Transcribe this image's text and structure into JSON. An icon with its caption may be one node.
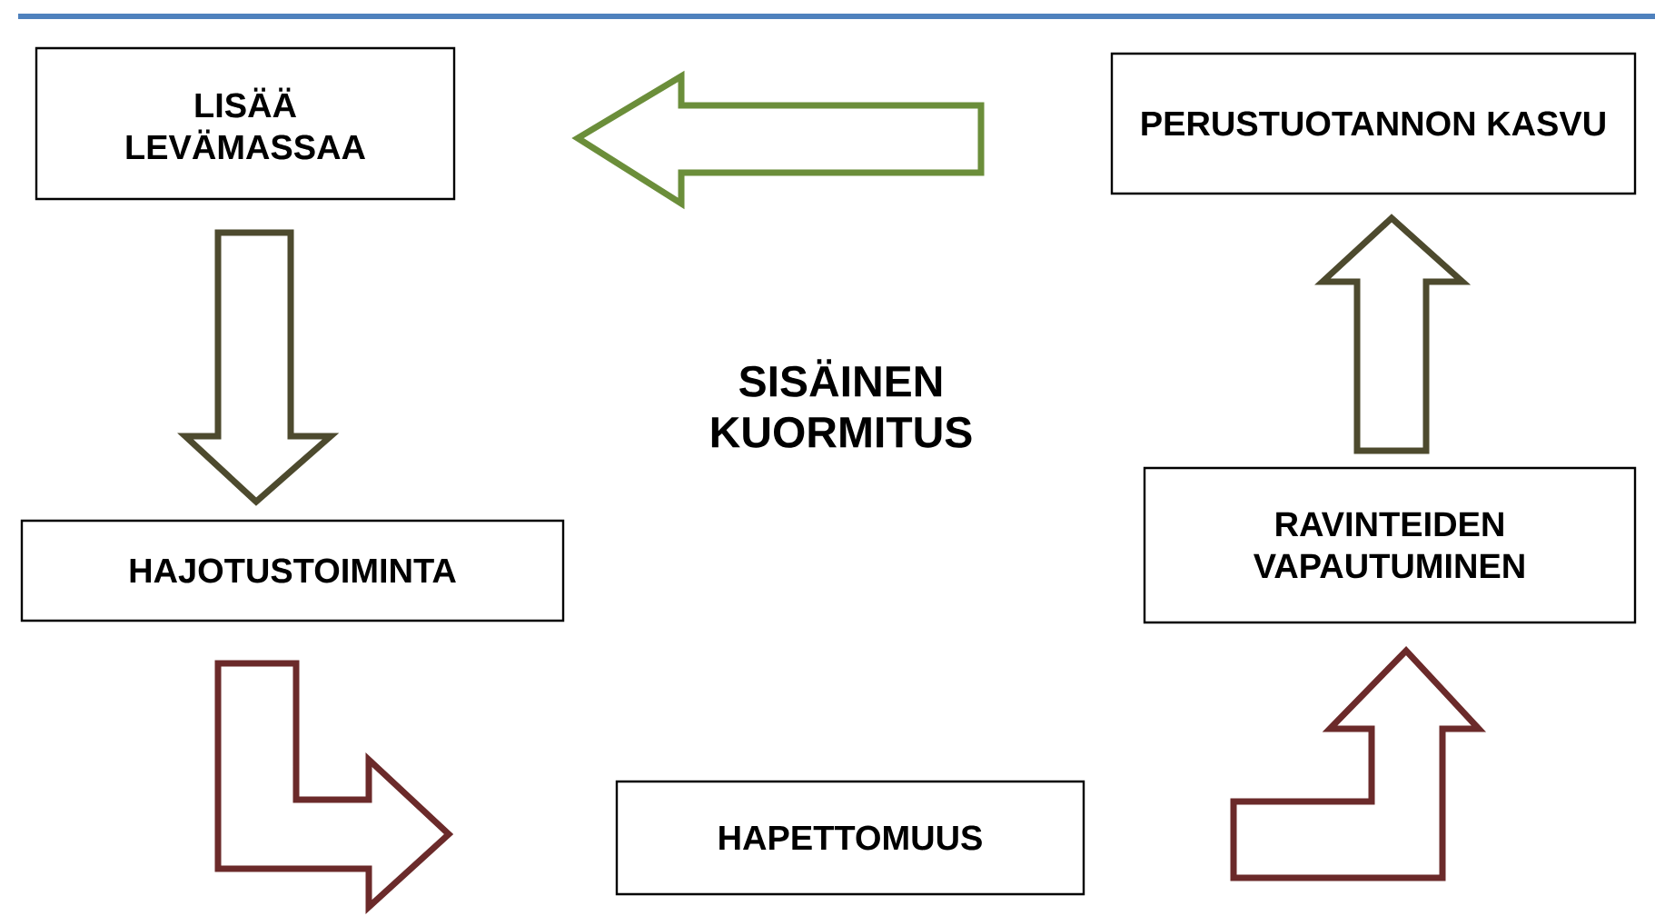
{
  "diagram": {
    "nodes": [
      {
        "text": [
          "LISÄÄ LEVÄMASSAA"
        ]
      },
      {
        "text": [
          "PERUSTUOTANNON KASVU"
        ]
      },
      {
        "text": [
          "HAJOTUSTOIMINTA"
        ]
      },
      {
        "text": [
          "RAVINTEIDEN VAPAUTUMINEN"
        ]
      },
      {
        "text": [
          "HAPETTOMUUS"
        ]
      }
    ],
    "edges": [
      {
        "from": 1,
        "to": 0,
        "arrow": "to",
        "color": "#6b8e3a"
      },
      {
        "from": 0,
        "to": 2,
        "arrow": "to",
        "color": "#4d4a2e"
      },
      {
        "from": 2,
        "to": 4,
        "arrow": "to",
        "color": "#6b2a2a"
      },
      {
        "from": 4,
        "to": 3,
        "arrow": "to",
        "color": "#6b2a2a"
      },
      {
        "from": 3,
        "to": 1,
        "arrow": "to",
        "color": "#4d4a2e"
      }
    ],
    "labels": [
      "SISÄINEN KUORMITUS"
    ]
  }
}
